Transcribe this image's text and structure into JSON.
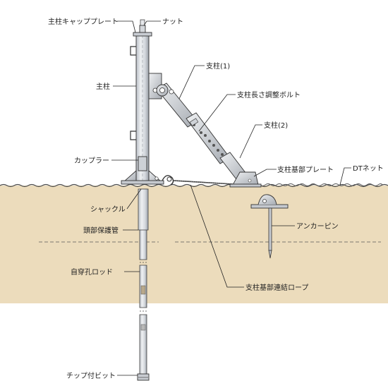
{
  "labels": {
    "main_post_cap_plate": "主柱キャッププレート",
    "nut": "ナット",
    "main_post": "主柱",
    "coupler": "カップラー",
    "shackle": "シャックル",
    "head_protection_pipe": "頭部保護管",
    "self_drilling_rod": "自穿孔ロッド",
    "tip_bit": "チップ付ビット",
    "strut_1": "支柱(1)",
    "strut_length_bolt": "支柱長さ調整ボルト",
    "strut_2": "支柱(2)",
    "strut_base_plate": "支柱基部プレート",
    "dt_net": "DTネット",
    "anchor_pin": "アンカーピン",
    "strut_base_rope": "支柱基部連結ロープ"
  },
  "colors": {
    "ground": "#ecdcbc",
    "ground_line": "#5a5a5a",
    "steel_light": "#dfe2e6",
    "steel_dark": "#9aa0a8",
    "outline": "#333333",
    "leader": "#222222"
  }
}
